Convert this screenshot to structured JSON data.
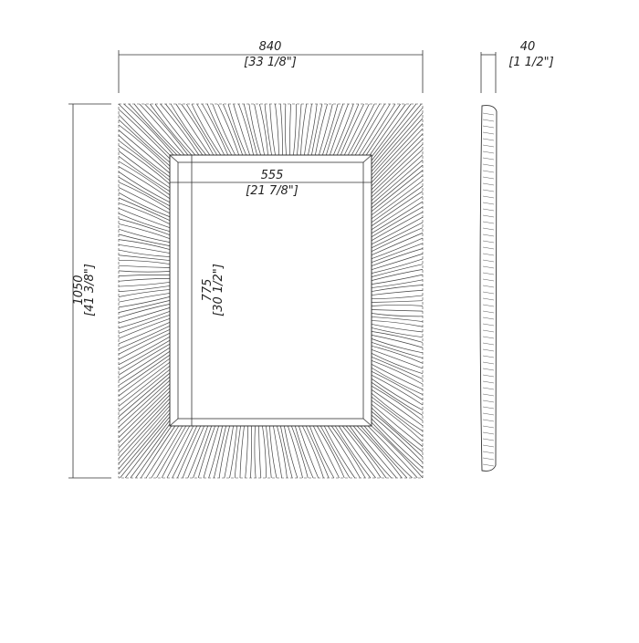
{
  "front_view": {
    "width": {
      "mm": "840",
      "inch": "[33 1/8\"]"
    },
    "height": {
      "mm": "1050",
      "inch": "[41 3/8\"]"
    },
    "inner_width": {
      "mm": "555",
      "inch": "[21 7/8\"]"
    },
    "inner_height": {
      "mm": "775",
      "inch": "[30 1/2\"]"
    }
  },
  "side_view": {
    "depth": {
      "mm": "40",
      "inch": "[1 1/2\"]"
    }
  }
}
